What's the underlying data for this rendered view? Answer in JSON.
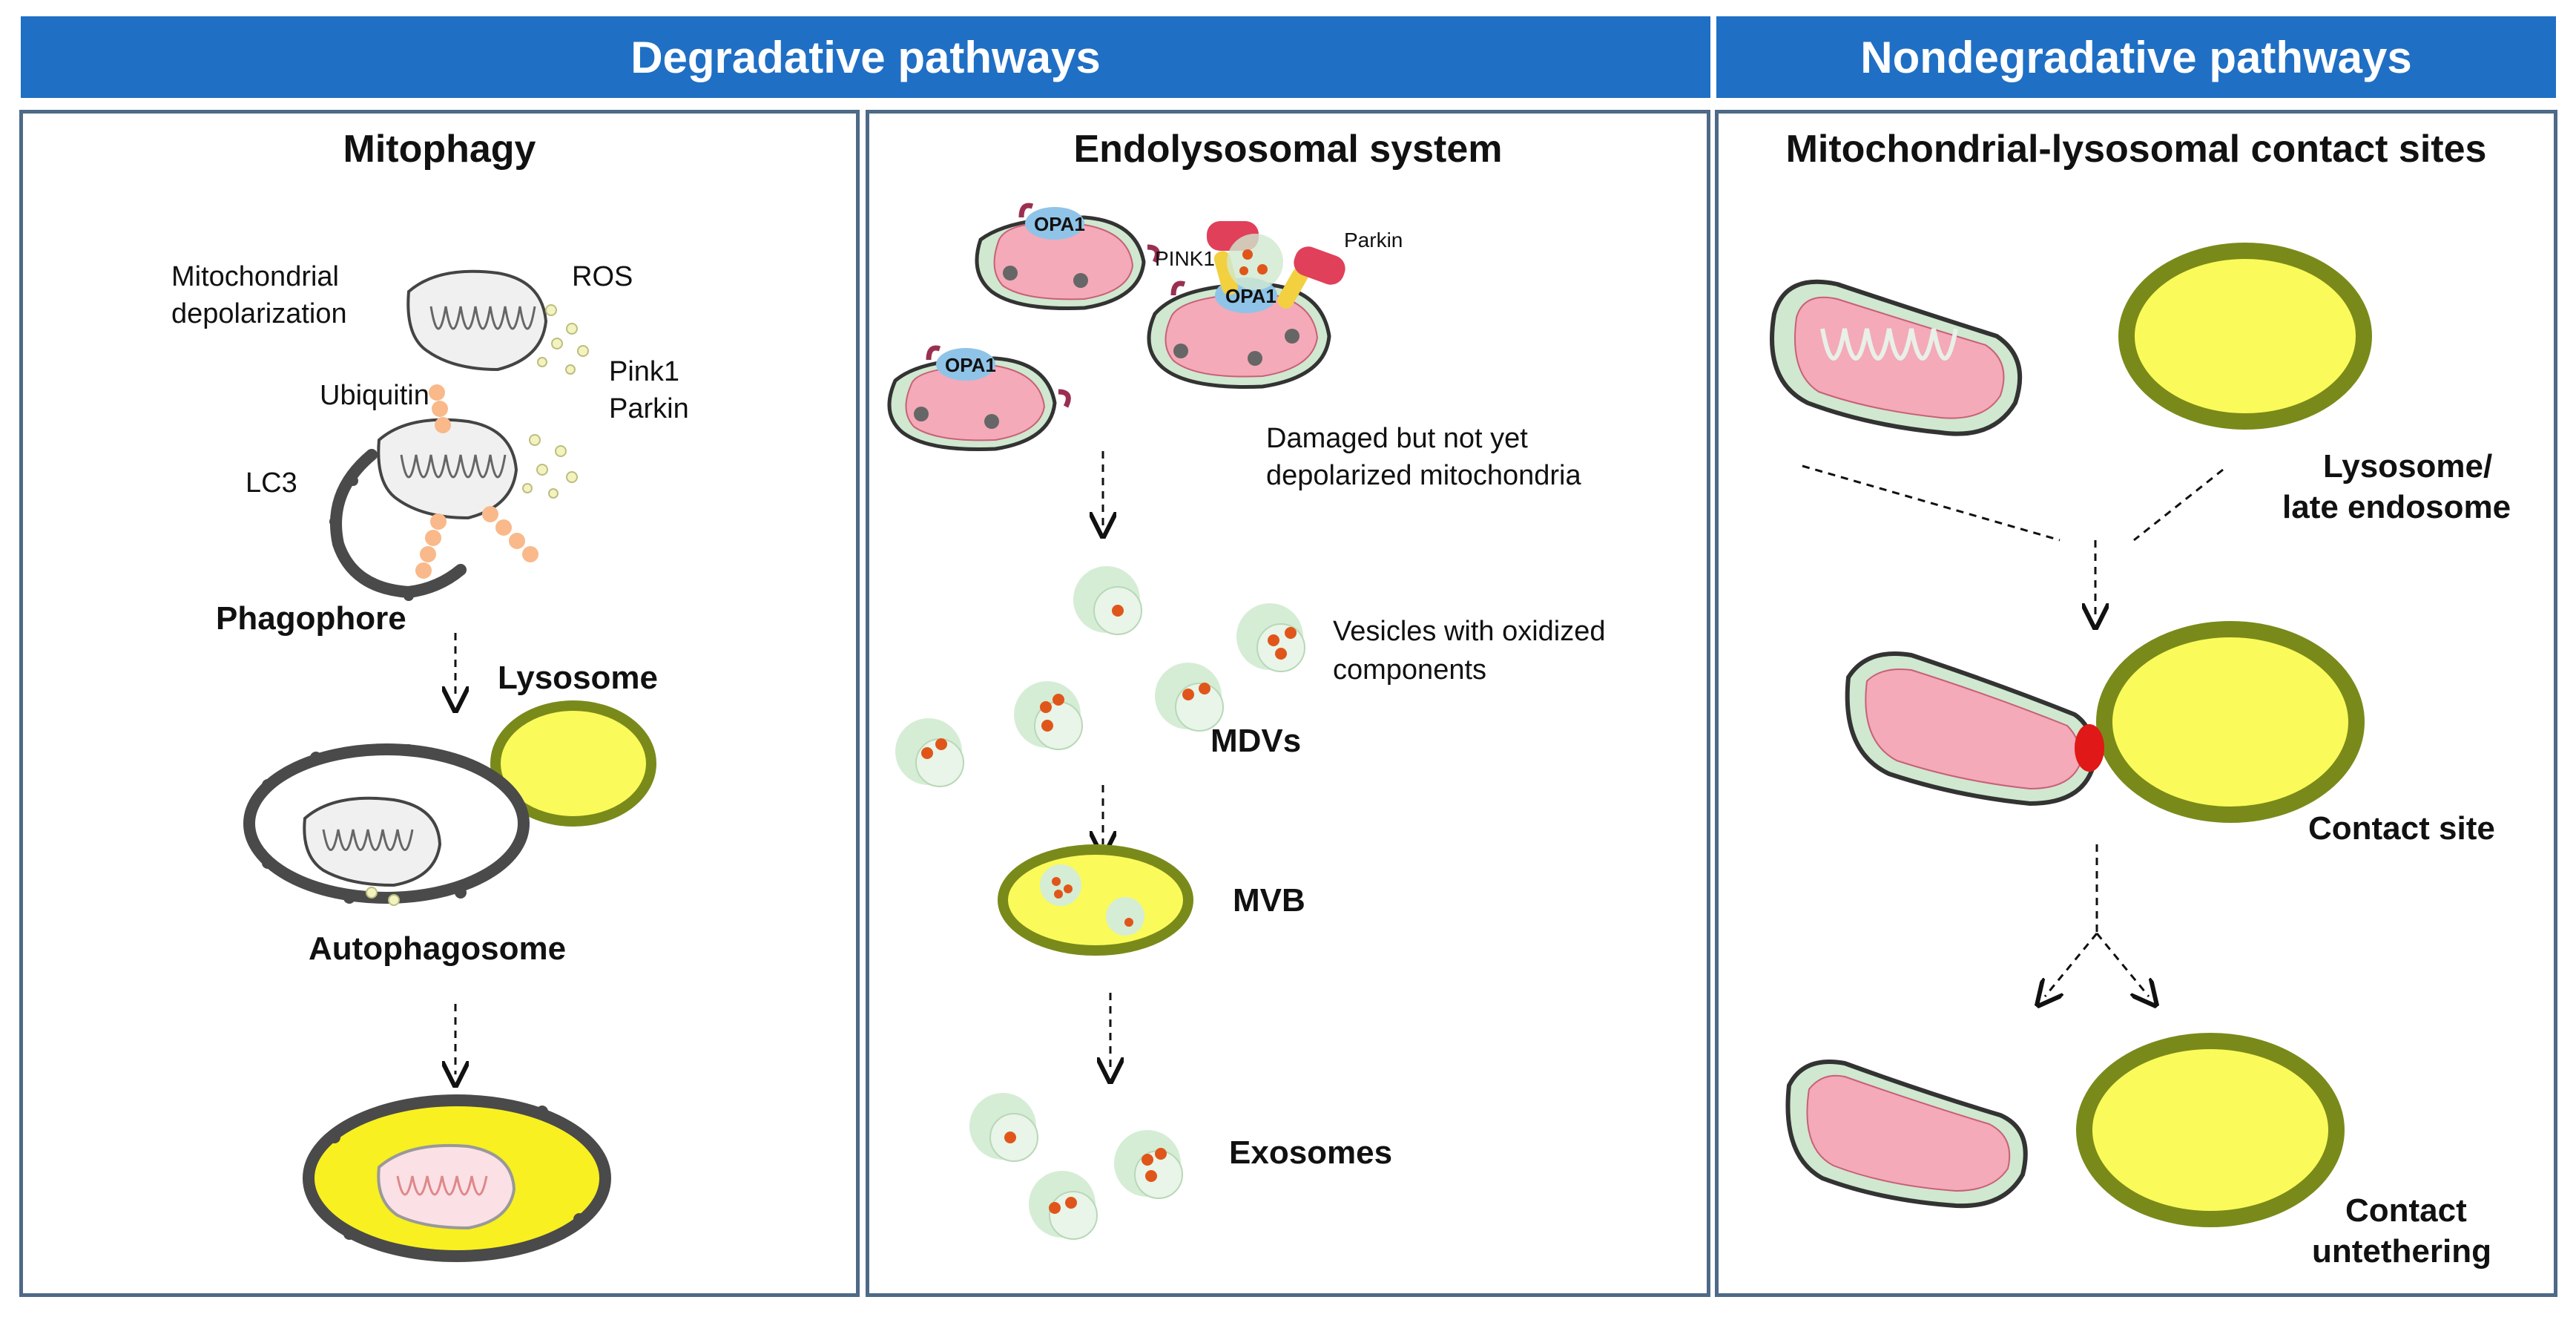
{
  "headers": {
    "degradative": "Degradative pathways",
    "nondegradative": "Nondegradative pathways"
  },
  "panels": {
    "mitophagy": {
      "title": "Mitophagy",
      "labels": {
        "depolarization_line1": "Mitochondrial",
        "depolarization_line2": "depolarization",
        "ros": "ROS",
        "pink1": "Pink1",
        "parkin": "Parkin",
        "ubiquitin": "Ubiquitin",
        "lc3": "LC3",
        "phagophore": "Phagophore",
        "lysosome": "Lysosome",
        "autophagosome": "Autophagosome"
      }
    },
    "endolysosomal": {
      "title": "Endolysosomal system",
      "labels": {
        "opa1": "OPA1",
        "pink1": "PINK1",
        "parkin": "Parkin",
        "damaged_line1": "Damaged but not yet",
        "damaged_line2": "depolarized mitochondria",
        "vesicles_line1": "Vesicles with oxidized",
        "vesicles_line2": "components",
        "mdvs": "MDVs",
        "mvb": "MVB",
        "exosomes": "Exosomes"
      }
    },
    "contact": {
      "title": "Mitochondrial-lysosomal contact sites",
      "labels": {
        "lysosome_line1": "Lysosome/",
        "lysosome_line2": "late endosome",
        "contact_site": "Contact site",
        "untether_line1": "Contact",
        "untether_line2": "untethering"
      }
    }
  },
  "colors": {
    "header_blue": "#1f6fc5",
    "panel_border": "#4d6a86",
    "mito_green": "#cfe8cf",
    "mito_pink": "#f4aab8",
    "lysosome_yellow": "#fafa5a",
    "lysosome_rim": "#7a8a1a",
    "opa1_blue": "#8fc4e8",
    "parkin_red": "#e0405a",
    "pink1_yellow": "#f2d040",
    "cargo_orange": "#e0561a",
    "contact_red": "#e01818",
    "autophagosome_gray": "#555555",
    "ubiquitin_peach": "#f9b98a"
  }
}
